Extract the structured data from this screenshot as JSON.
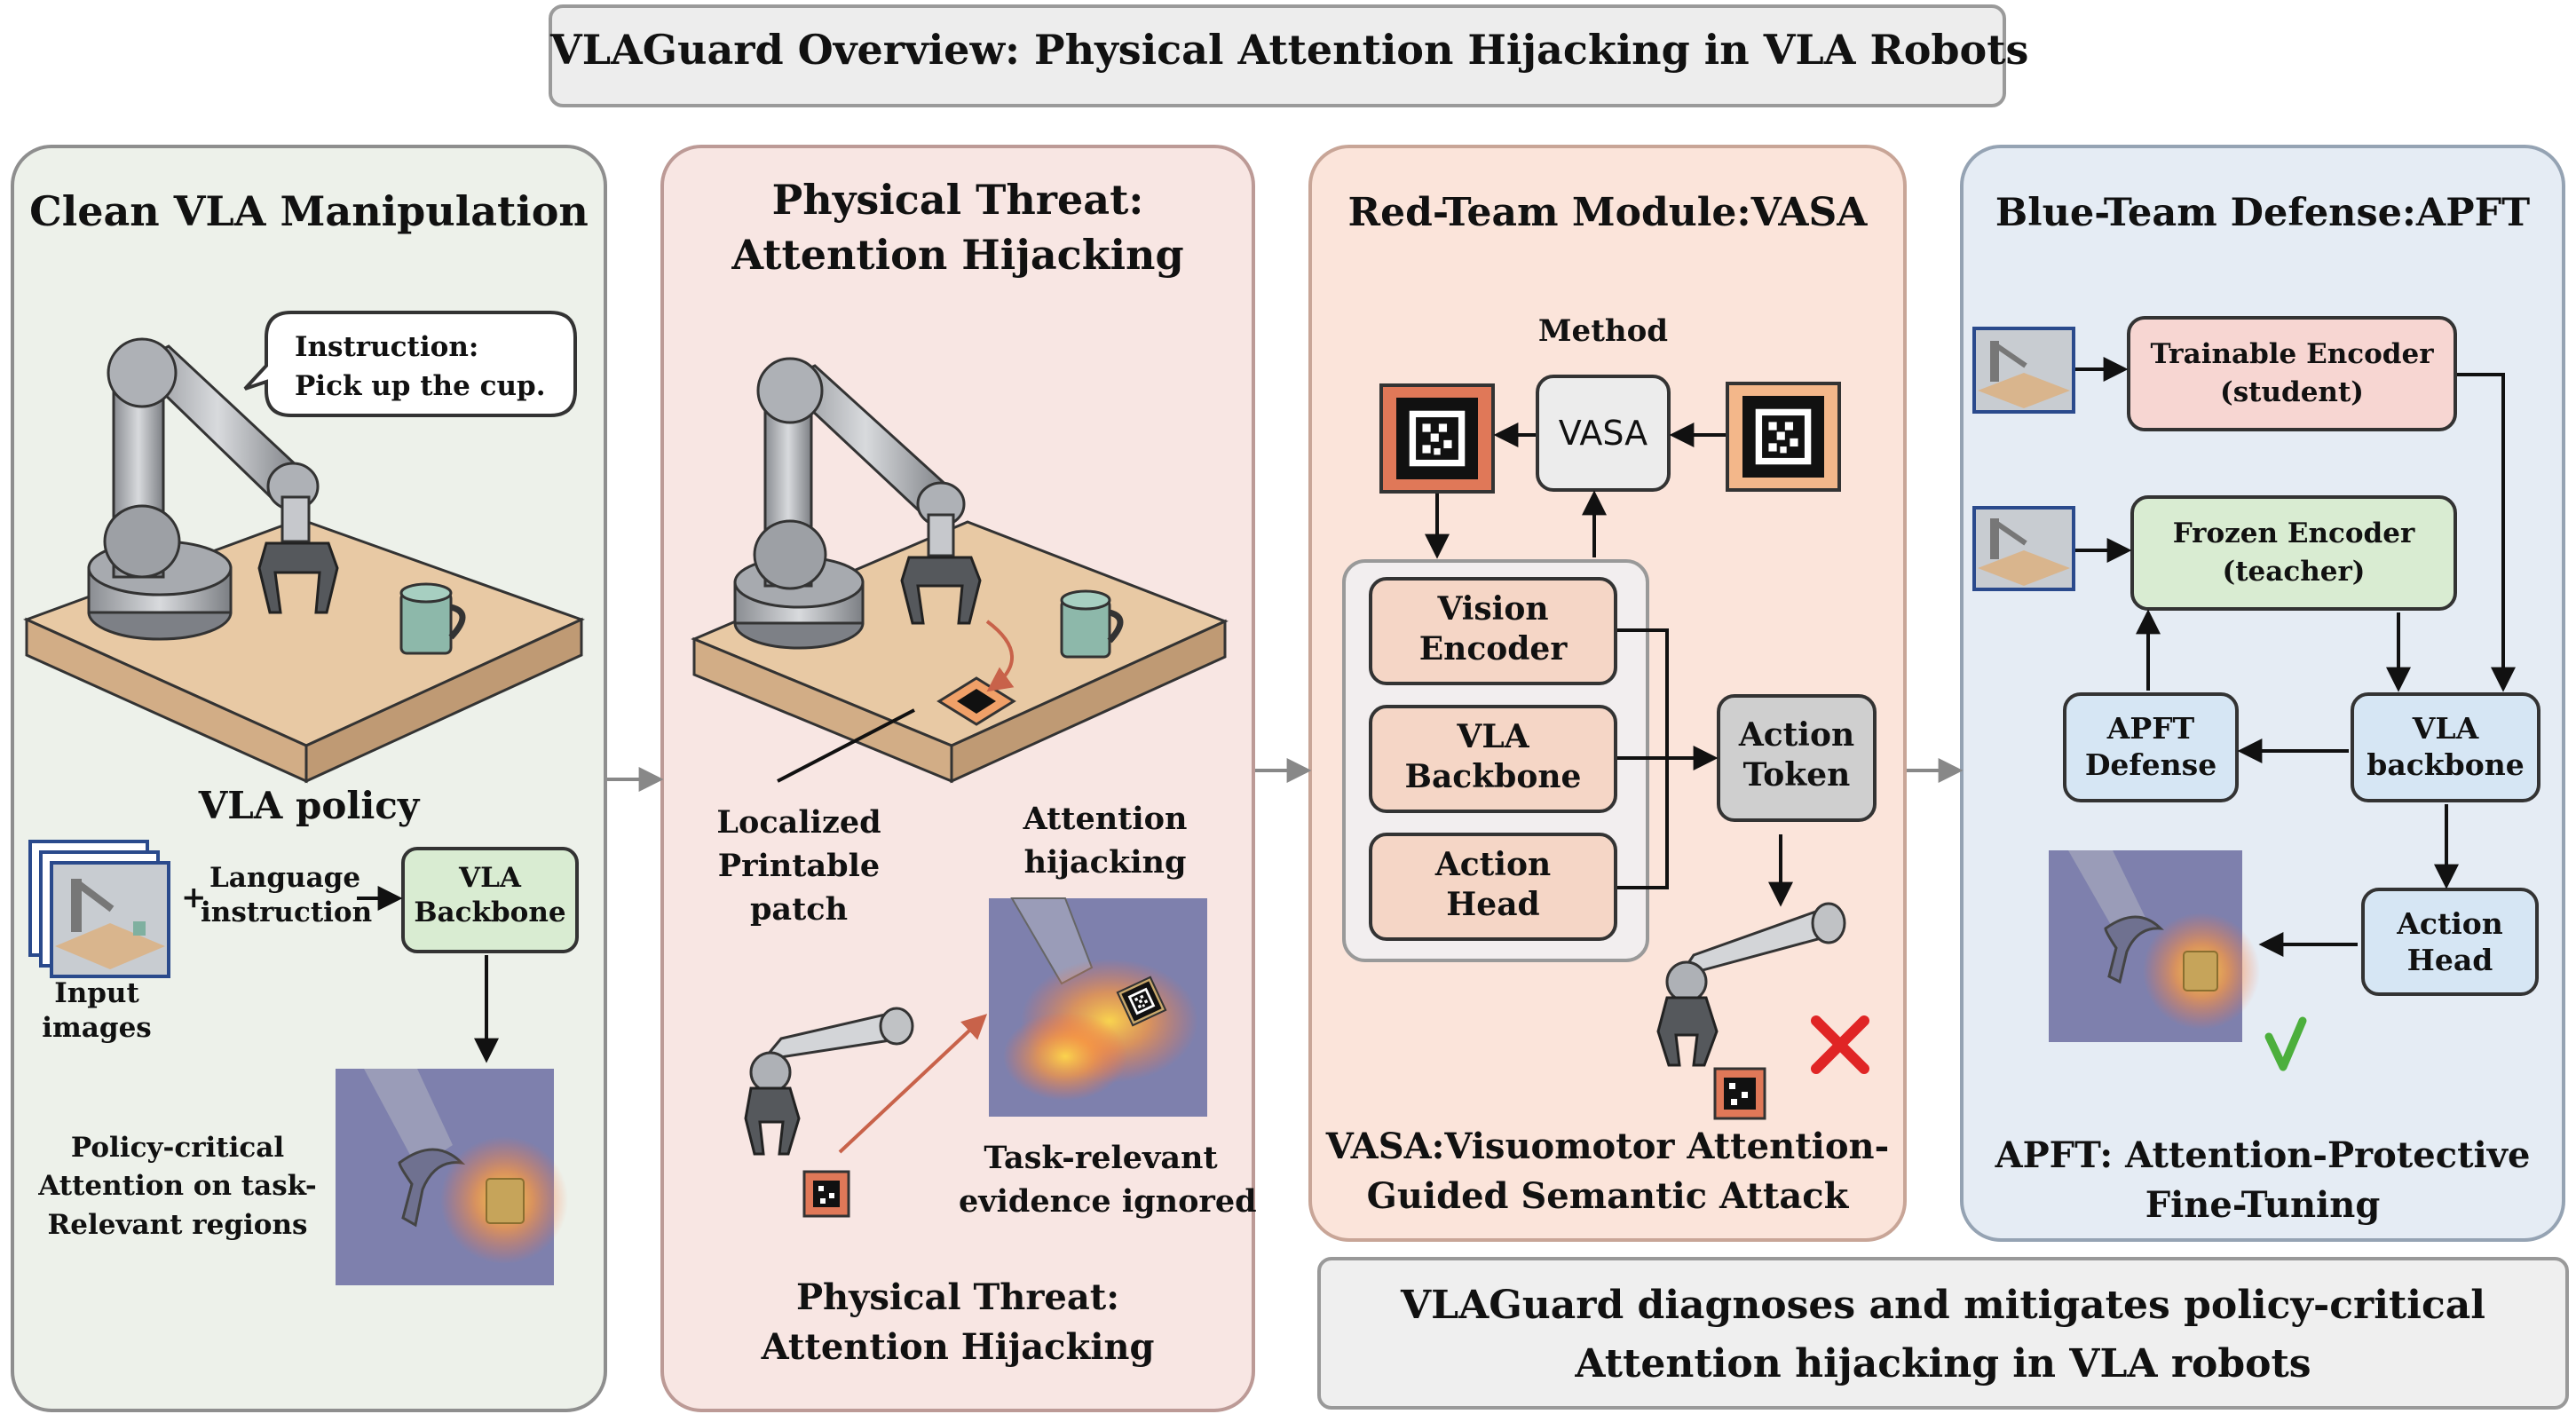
{
  "title": "VLAGuard Overview: Physical Attention Hijacking in VLA Robots",
  "colors": {
    "panel1": "#edf1ea",
    "panel2": "#f8e6e3",
    "panel3": "#fbe4da",
    "panel4": "#e5ecf4",
    "accent_red": "#e07858",
    "accent_orange": "#f3b78a",
    "accent_green": "#d9ecd2",
    "accent_blue": "#d6e6f4",
    "check_green": "#4caf3c",
    "cross_red": "#e02525"
  },
  "panels": {
    "clean": {
      "title": "Clean VLA Manipulation",
      "instruction_line1": "Instruction:",
      "instruction_line2": "Pick up the cup.",
      "policy_title": "VLA policy",
      "plus": "+",
      "language_line1": "Language",
      "language_line2": "instruction",
      "backbone_line1": "VLA",
      "backbone_line2": "Backbone",
      "input_line1": "Input",
      "input_line2": "images",
      "attention_line1": "Policy-critical",
      "attention_line2": "Attention on task-",
      "attention_line3": "Relevant regions"
    },
    "threat": {
      "title_line1": "Physical Threat:",
      "title_line2": "Attention Hijacking",
      "patch_line1": "Localized",
      "patch_line2": "Printable",
      "patch_line3": "patch",
      "hijack_line1": "Attention",
      "hijack_line2": "hijacking",
      "ignored_line1": "Task-relevant",
      "ignored_line2": "evidence ignored",
      "bottom_line1": "Physical Threat:",
      "bottom_line2": "Attention Hijacking"
    },
    "redteam": {
      "title": "Red-Team Module:VASA",
      "method": "Method",
      "vasa": "VASA",
      "vision_line1": "Vision",
      "vision_line2": "Encoder",
      "vla_line1": "VLA",
      "vla_line2": "Backbone",
      "head_line1": "Action",
      "head_line2": "Head",
      "token_line1": "Action",
      "token_line2": "Token",
      "caption_line1": "VASA:Visuomotor Attention-",
      "caption_line2": "Guided Semantic Attack"
    },
    "blueteam": {
      "title": "Blue-Team Defense:APFT",
      "trainable_line1": "Trainable Encoder",
      "trainable_line2": "(student)",
      "frozen_line1": "Frozen Encoder",
      "frozen_line2": "(teacher)",
      "apft_line1": "APFT",
      "apft_line2": "Defense",
      "vla_line1": "VLA",
      "vla_line2": "backbone",
      "head_line1": "Action",
      "head_line2": "Head",
      "caption_line1": "APFT: Attention-Protective",
      "caption_line2": "Fine-Tuning"
    }
  },
  "summary_line1": "VLAGuard diagnoses and mitigates policy-critical",
  "summary_line2": "Attention hijacking in VLA robots"
}
